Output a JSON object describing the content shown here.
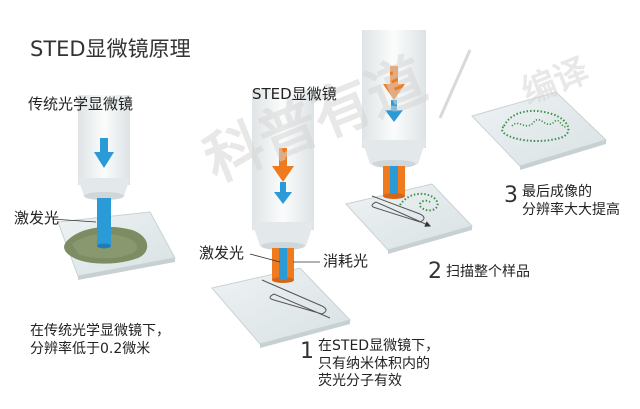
{
  "title": "STED显微镜原理",
  "labels": {
    "conventional_microscope": "传统光学显微镜",
    "excitation_left": "激发光",
    "sted_microscope": "STED显微镜",
    "excitation_mid": "激发光",
    "depletion_light": "消耗光"
  },
  "captions": {
    "conventional": [
      "在传统光学显微镜下，",
      "分辨率低于0.2微米"
    ],
    "step1": {
      "num": "1",
      "lines": [
        "在STED显微镜下，",
        "只有纳米体积内的",
        "荧光分子有效"
      ]
    },
    "step2": {
      "num": "2",
      "text": "扫描整个样品"
    },
    "step3": {
      "num": "3",
      "lines": [
        "最后成像的",
        "分辨率大大提高"
      ]
    }
  },
  "watermarks": [
    "科普有道",
    "编译"
  ],
  "colors": {
    "excitation": "#2a9bd7",
    "depletion": "#f07a1e",
    "tube": "#eef1f2",
    "slide": "#e4ebec",
    "sample": "#77865e",
    "dots": "#3f8f4a"
  }
}
